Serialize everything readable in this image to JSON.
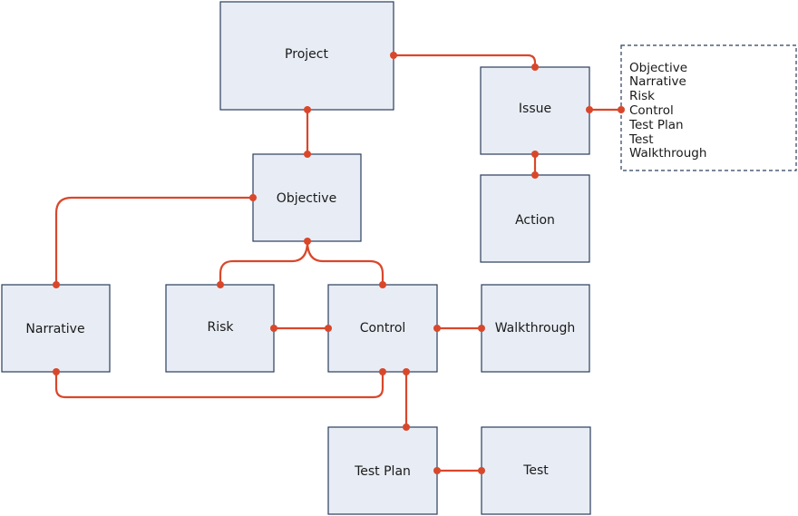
{
  "nodes": {
    "project": "Project",
    "issue": "Issue",
    "objective": "Objective",
    "action": "Action",
    "narrative": "Narrative",
    "risk": "Risk",
    "control": "Control",
    "walkthrough": "Walkthrough",
    "test_plan": "Test Plan",
    "test": "Test"
  },
  "legend_items": [
    "Objective",
    "Narrative",
    "Risk",
    "Control",
    "Test Plan",
    "Test",
    "Walkthrough"
  ],
  "colors": {
    "connector": "#d9472b",
    "node_fill": "#e8edf5",
    "node_border": "#2b3d5c"
  }
}
